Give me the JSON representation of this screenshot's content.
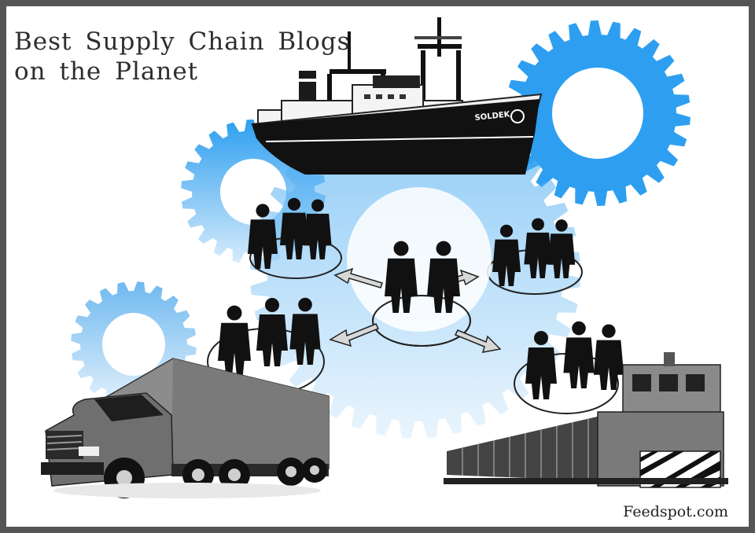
{
  "title": {
    "line1": "Best Supply Chain Blogs",
    "line2": "on the Planet"
  },
  "ship": {
    "name": "SOLDEK"
  },
  "brand": {
    "label": "Feedspot.com"
  },
  "colors": {
    "frame": "#555555",
    "gear_light": "#cfe6fb",
    "gear_mid": "#8ec8f4",
    "gear_blue": "#2e9ff0",
    "silhouette": "#111111",
    "truck_gray": "#8a8a8a"
  }
}
